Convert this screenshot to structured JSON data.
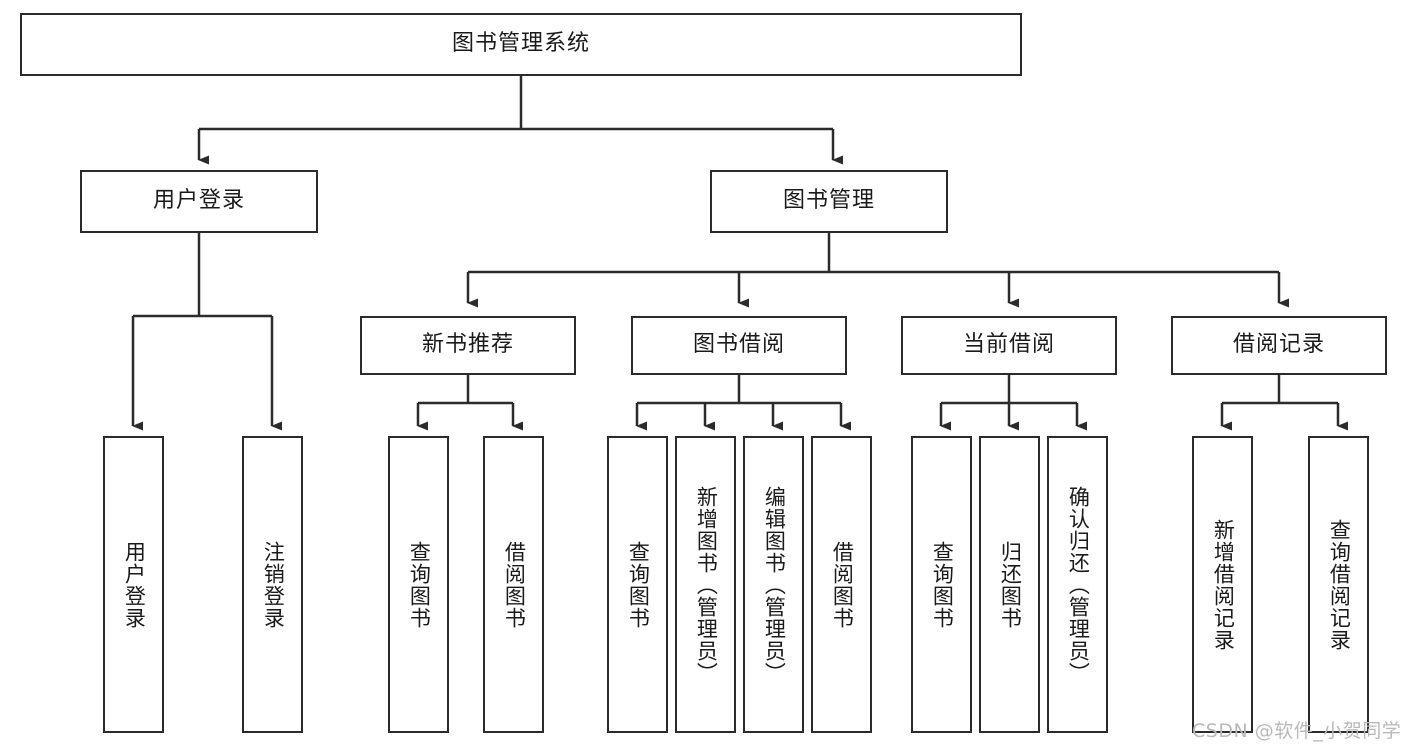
{
  "diagram": {
    "title": "图书管理系统",
    "watermark": "CSDN @软件_小贺同学",
    "colors": {
      "stroke": "#2b2b2b",
      "fill": "#ffffff",
      "text": "#1a1a1a",
      "watermark": "#b9b9b9"
    },
    "levels": {
      "root": {
        "label": "图书管理系统"
      },
      "level2": [
        {
          "label": "用户登录"
        },
        {
          "label": "图书管理"
        }
      ],
      "level3": [
        {
          "label": "新书推荐"
        },
        {
          "label": "图书借阅"
        },
        {
          "label": "当前借阅"
        },
        {
          "label": "借阅记录"
        }
      ],
      "leaves": {
        "user_login": [
          {
            "label": "用户登录"
          },
          {
            "label": "注销登录"
          }
        ],
        "new_book": [
          {
            "label": "查询图书"
          },
          {
            "label": "借阅图书"
          }
        ],
        "book_borrow": [
          {
            "label": "查询图书"
          },
          {
            "label": "新增图书（管理员）"
          },
          {
            "label": "编辑图书（管理员）"
          },
          {
            "label": "借阅图书"
          }
        ],
        "current_borrow": [
          {
            "label": "查询图书"
          },
          {
            "label": "归还图书"
          },
          {
            "label": "确认归还（管理员）"
          }
        ],
        "borrow_record": [
          {
            "label": "新增借阅记录"
          },
          {
            "label": "查询借阅记录"
          }
        ]
      }
    }
  }
}
